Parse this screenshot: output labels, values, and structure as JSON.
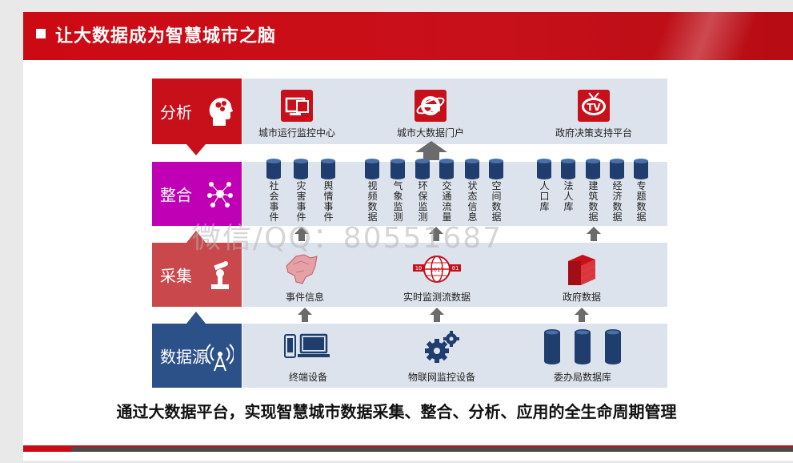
{
  "title": "让大数据成为智慧城市之脑",
  "layers": {
    "analysis": {
      "label": "分析",
      "color": "#c8101a",
      "items": [
        "城市运行监控中心",
        "城市大数据门户",
        "政府决策支持平台"
      ]
    },
    "integration": {
      "label": "整合",
      "color": "#c000b4",
      "items": [
        [
          "社",
          "会",
          "事",
          "件"
        ],
        [
          "灾",
          "害",
          "事",
          "件"
        ],
        [
          "舆",
          "情",
          "事",
          "件"
        ],
        [
          "视",
          "频",
          "数",
          "据"
        ],
        [
          "气",
          "象",
          "监",
          "测"
        ],
        [
          "环",
          "保",
          "监",
          "测"
        ],
        [
          "交",
          "通",
          "流",
          "量"
        ],
        [
          "状",
          "态",
          "信",
          "息"
        ],
        [
          "空",
          "间",
          "数",
          "据"
        ],
        [
          "人",
          "口",
          "库"
        ],
        [
          "法",
          "人",
          "库"
        ],
        [
          "建",
          "筑",
          "数",
          "据"
        ],
        [
          "经",
          "济",
          "数",
          "据"
        ],
        [
          "专",
          "题",
          "数",
          "据"
        ]
      ]
    },
    "collection": {
      "label": "采集",
      "color": "#c9484c",
      "items": [
        "事件信息",
        "实时监测流数据",
        "政府数据"
      ]
    },
    "source": {
      "label": "数据源",
      "color": "#2c5189",
      "items": [
        "终端设备",
        "物联网监控设备",
        "委办局数据库"
      ]
    }
  },
  "bottom_caption": "通过大数据平台，实现智慧城市数据采集、整合、分析、应用的全生命周期管理",
  "watermark": "微信/QQ：80551687",
  "icons": [
    "monitor-icon",
    "ie-icon",
    "tv-icon",
    "head-icon",
    "people-network-icon",
    "robot-arm-icon",
    "antenna-icon",
    "map-icon",
    "globe-data-icon",
    "books-icon",
    "devices-icon",
    "gears-icon",
    "database-icon"
  ]
}
